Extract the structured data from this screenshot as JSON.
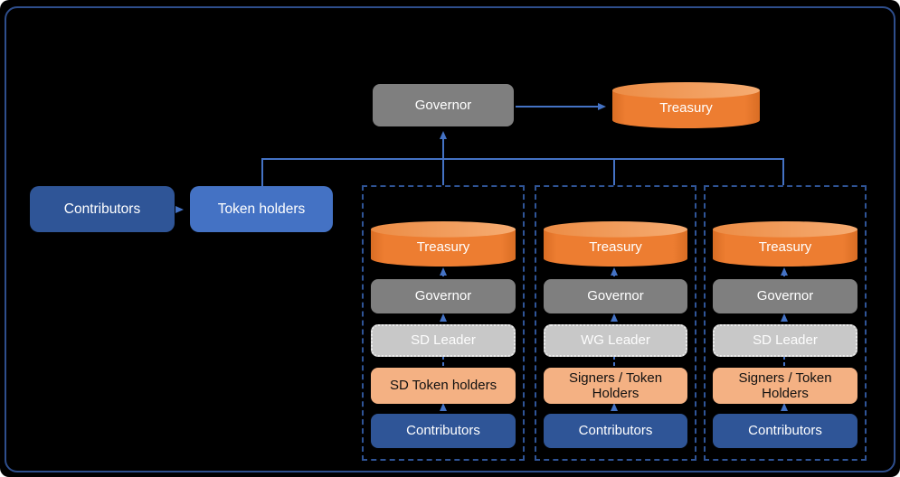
{
  "diagram": {
    "description": "DAO governance structure diagram",
    "top": {
      "governor": "Governor",
      "treasury": "Treasury"
    },
    "left": {
      "contributors": "Contributors",
      "token_holders": "Token holders"
    },
    "columns": [
      {
        "treasury": "Treasury",
        "governor": "Governor",
        "leader": "SD Leader",
        "holders": "SD Token holders",
        "contributors": "Contributors"
      },
      {
        "treasury": "Treasury",
        "governor": "Governor",
        "leader": "WG Leader",
        "holders": "Signers / Token Holders",
        "contributors": "Contributors"
      },
      {
        "treasury": "Treasury",
        "governor": "Governor",
        "leader": "SD Leader",
        "holders": "Signers / Token Holders",
        "contributors": "Contributors"
      }
    ],
    "colors": {
      "background": "#000000",
      "outer_border": "#2E4E8C",
      "dashed_border": "#2F5496",
      "connector_blue": "#4472C4",
      "dark_blue_box": "#2F5597",
      "medium_blue_box": "#4472C4",
      "governor_gray": "#7F7F7F",
      "leader_light_gray": "#C8C8C8",
      "treasury_orange": "#ED7D31",
      "treasury_orange_top": "#F2A263",
      "holders_peach": "#F4B183"
    }
  }
}
